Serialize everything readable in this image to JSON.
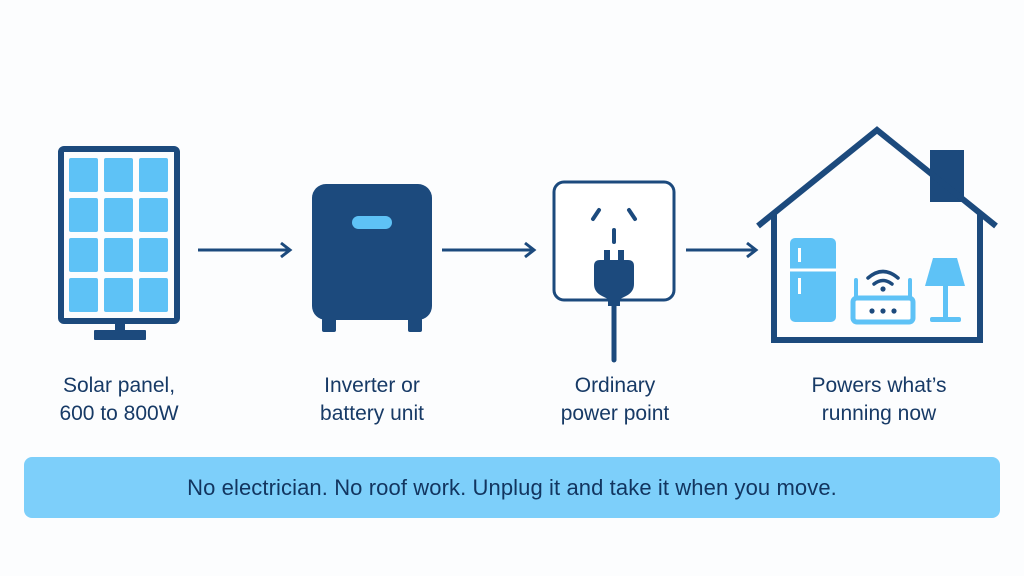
{
  "colors": {
    "navy": "#1c4a7d",
    "light_blue": "#5ec2f6",
    "banner_bg": "#7dcffa",
    "text": "#173a66",
    "background": "#fcfdfe"
  },
  "steps": [
    {
      "icon": "solar-panel-icon",
      "line1": "Solar panel,",
      "line2": "600 to 800W"
    },
    {
      "icon": "inverter-battery-icon",
      "line1": "Inverter or",
      "line2": "battery unit"
    },
    {
      "icon": "power-point-plug-icon",
      "line1": "Ordinary",
      "line2": "power point"
    },
    {
      "icon": "house-appliances-icon",
      "line1": "Powers what’s",
      "line2": "running now"
    }
  ],
  "connectors": [
    "arrow-right-icon",
    "arrow-right-icon",
    "arrow-right-icon"
  ],
  "banner": {
    "text": "No electrician. No roof work. Unplug it and take it when you move."
  }
}
